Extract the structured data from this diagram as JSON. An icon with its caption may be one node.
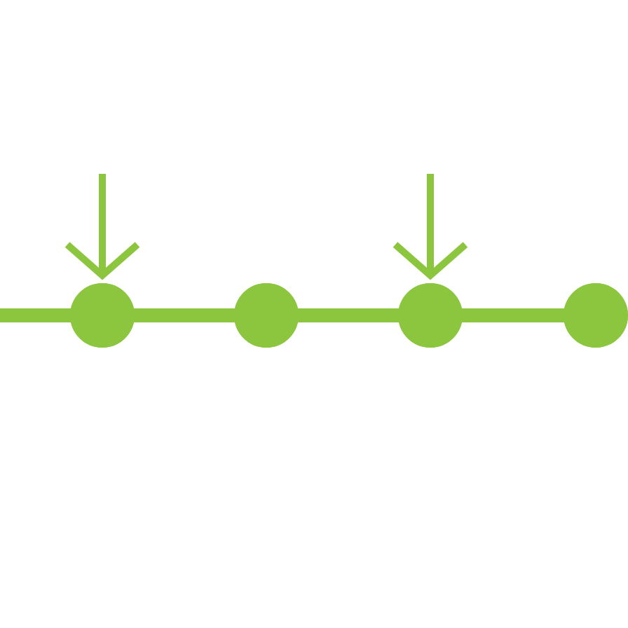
{
  "diagram": {
    "nodes": [
      {
        "text": [],
        "shape": "circle"
      },
      {
        "text": [],
        "shape": "circle"
      },
      {
        "text": [],
        "shape": "circle"
      },
      {
        "text": [],
        "shape": "circle"
      }
    ],
    "edges": [
      {
        "from": null,
        "to": 0,
        "arrow": "none"
      },
      {
        "from": 0,
        "to": 1,
        "arrow": "none"
      },
      {
        "from": 1,
        "to": 2,
        "arrow": "none"
      },
      {
        "from": 2,
        "to": 3,
        "arrow": "none"
      },
      {
        "from": null,
        "to": 0,
        "arrow": "to"
      },
      {
        "from": null,
        "to": 2,
        "arrow": "to"
      }
    ]
  }
}
